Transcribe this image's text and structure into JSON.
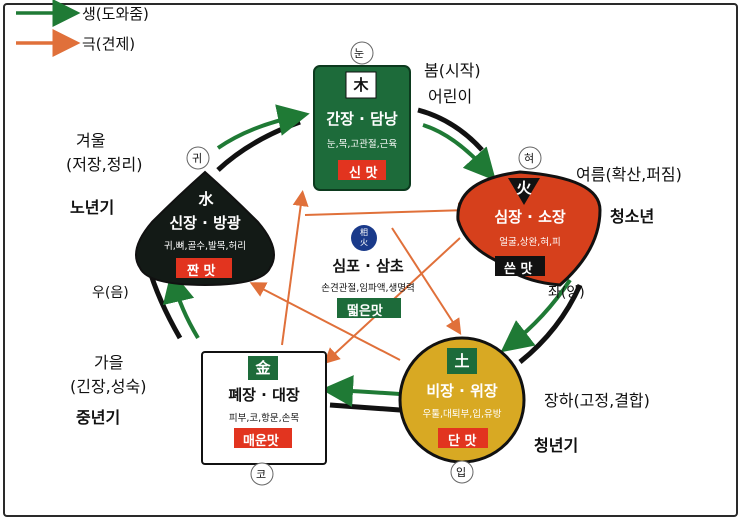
{
  "legend": {
    "generate": "생(도와줌)",
    "control": "극(견제)"
  },
  "colors": {
    "generate_arrow": "#1f7a35",
    "control_arrow": "#e0703a",
    "wood": "#1d6b3a",
    "fire": "#d6401c",
    "earth": "#d8a923",
    "metal": "#ffffff",
    "water": "#131a16",
    "taste_box": "#e2341f",
    "cycle_line": "#111111"
  },
  "nodes": {
    "wood": {
      "char": "木",
      "organs": "간장 · 담낭",
      "body": "눈,목,고관절,근육",
      "taste": "신 맛",
      "sense": "눈"
    },
    "fire": {
      "char": "火",
      "organs": "심장 · 소장",
      "body": "얼굴,상완,혀,피",
      "taste": "쓴 맛",
      "sense": "혀"
    },
    "earth": {
      "char": "土",
      "organs": "비장 · 위장",
      "body": "우툴,대퇴부,입,유방",
      "taste": "단 맛",
      "sense": "입"
    },
    "metal": {
      "char": "金",
      "organs": "폐장 · 대장",
      "body": "피부,코,항문,손목",
      "taste": "매운맛",
      "sense": "코"
    },
    "water": {
      "char": "水",
      "organs": "신장 · 방광",
      "body": "귀,뼈,골수,발목,허리",
      "taste": "짠 맛",
      "sense": "귀"
    },
    "center": {
      "char": "相\n火",
      "organs": "심포 · 삼초",
      "body": "손견관절,임파액,생명력",
      "taste": "떫은맛"
    }
  },
  "seasons": {
    "spring": [
      "봄(시작)",
      "어린이"
    ],
    "summer": [
      "여름(확산,퍼짐)",
      "청소년"
    ],
    "late_summer": [
      "장하(고정,결합)",
      "청년기"
    ],
    "autumn": [
      "가을",
      "(긴장,성숙)",
      "중년기"
    ],
    "winter": [
      "겨울",
      "(저장,정리)",
      "노년기"
    ]
  },
  "directions": {
    "left": "우(음)",
    "right": "좌(양)"
  }
}
